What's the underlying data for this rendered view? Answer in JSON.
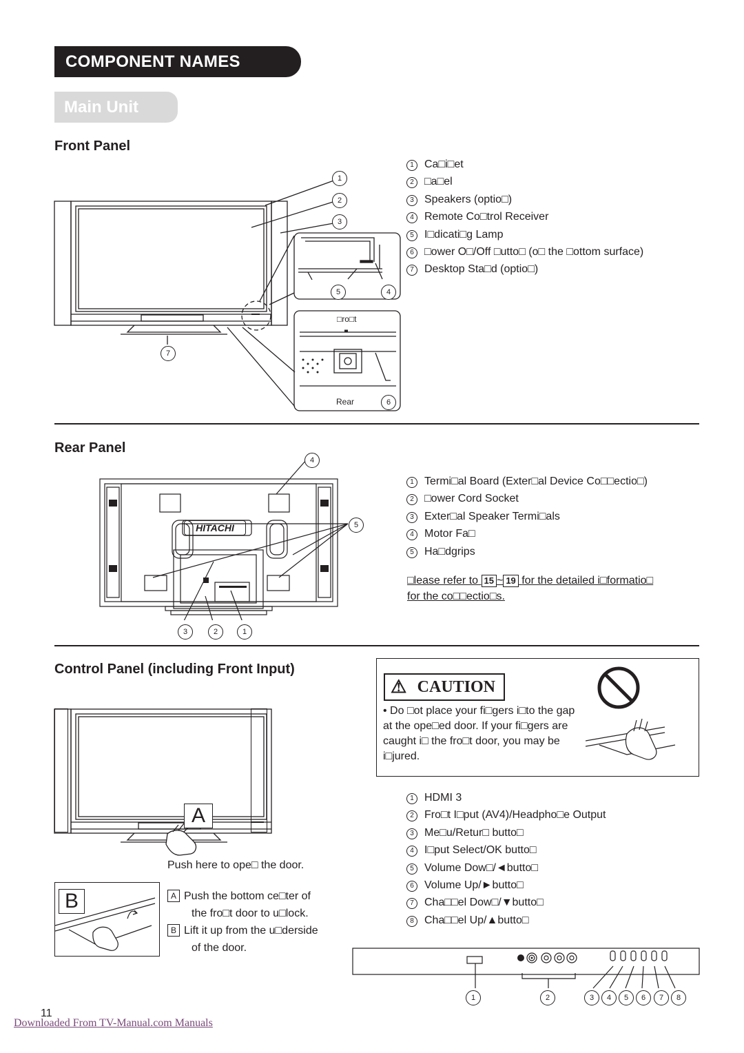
{
  "section_title": "COMPONENT NAMES",
  "subsection_title": "Main Unit",
  "front_panel": {
    "heading": "Front Panel",
    "items": [
      {
        "num": "1",
        "label": "Ca□i□et"
      },
      {
        "num": "2",
        "label": "□a□el"
      },
      {
        "num": "3",
        "label": "Speakers (optio□)"
      },
      {
        "num": "4",
        "label": "Remote Co□trol Receiver"
      },
      {
        "num": "5",
        "label": "I□dicati□g Lamp"
      },
      {
        "num": "6",
        "label": "□ower O□/Off □utto□ (o□ the □ottom surface)"
      },
      {
        "num": "7",
        "label": "Desktop Sta□d (optio□)"
      }
    ],
    "inset_front_label": "□ro□t",
    "inset_rear_label": "Rear"
  },
  "rear_panel": {
    "heading": "Rear Panel",
    "brand": "HITACHI",
    "items": [
      {
        "num": "1",
        "label": "Termi□al Board (Exter□al Device Co□□ectio□)"
      },
      {
        "num": "2",
        "label": "□ower Cord Socket"
      },
      {
        "num": "3",
        "label": "Exter□al Speaker Termi□als"
      },
      {
        "num": "4",
        "label": "Motor Fa□"
      },
      {
        "num": "5",
        "label": "Ha□dgrips"
      }
    ],
    "note_prefix": "□lease refer to",
    "note_page_from": "15",
    "note_tilde": "~",
    "note_page_to": "19",
    "note_suffix": "for the detailed i□formatio□",
    "note_line2": "for the co□□ectio□s."
  },
  "control_panel": {
    "heading": "Control Panel (including Front Input)",
    "label_a": "A",
    "label_b": "B",
    "push_caption": "Push here to ope□ the door.",
    "step_a_line1": "Push the bottom ce□ter of",
    "step_a_line2": "the fro□t door to u□lock.",
    "step_b_line1": "Lift it up from the u□derside",
    "step_b_line2": "of the door.",
    "items": [
      {
        "num": "1",
        "label": "HDMI 3"
      },
      {
        "num": "2",
        "label": "Fro□t I□put (AV4)/Headpho□e Output"
      },
      {
        "num": "3",
        "label": "Me□u/Retur□ butto□"
      },
      {
        "num": "4",
        "label": "I□put Select/OK butto□"
      },
      {
        "num": "5",
        "label": "Volume Dow□/◄butto□"
      },
      {
        "num": "6",
        "label": "Volume Up/►butto□"
      },
      {
        "num": "7",
        "label": "Cha□□el Dow□/▼butto□"
      },
      {
        "num": "8",
        "label": "Cha□□el Up/▲butto□"
      }
    ]
  },
  "caution": {
    "title": "CAUTION",
    "text": "• Do □ot place your fi□gers i□to the gap at the ope□ed door. If your fi□gers are caught i□ the fro□t door, you may be i□jured."
  },
  "page_number": "11",
  "footer_link": "Downloaded From TV-Manual.com Manuals"
}
